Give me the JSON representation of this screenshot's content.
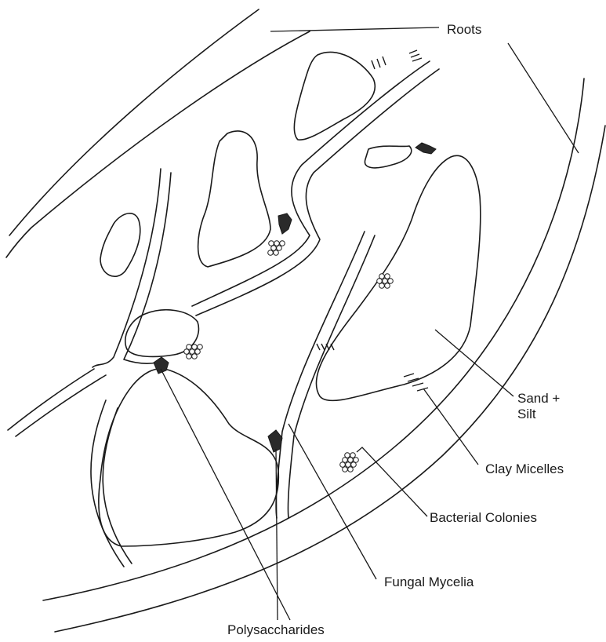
{
  "labels": {
    "roots": "Roots",
    "sand_silt": "Sand +\nSilt",
    "clay_micelles": "Clay Micelles",
    "bacterial_colonies": "Bacterial Colonies",
    "fungal_mycelia": "Fungal Mycelia",
    "polysaccharides": "Polysaccharides"
  }
}
